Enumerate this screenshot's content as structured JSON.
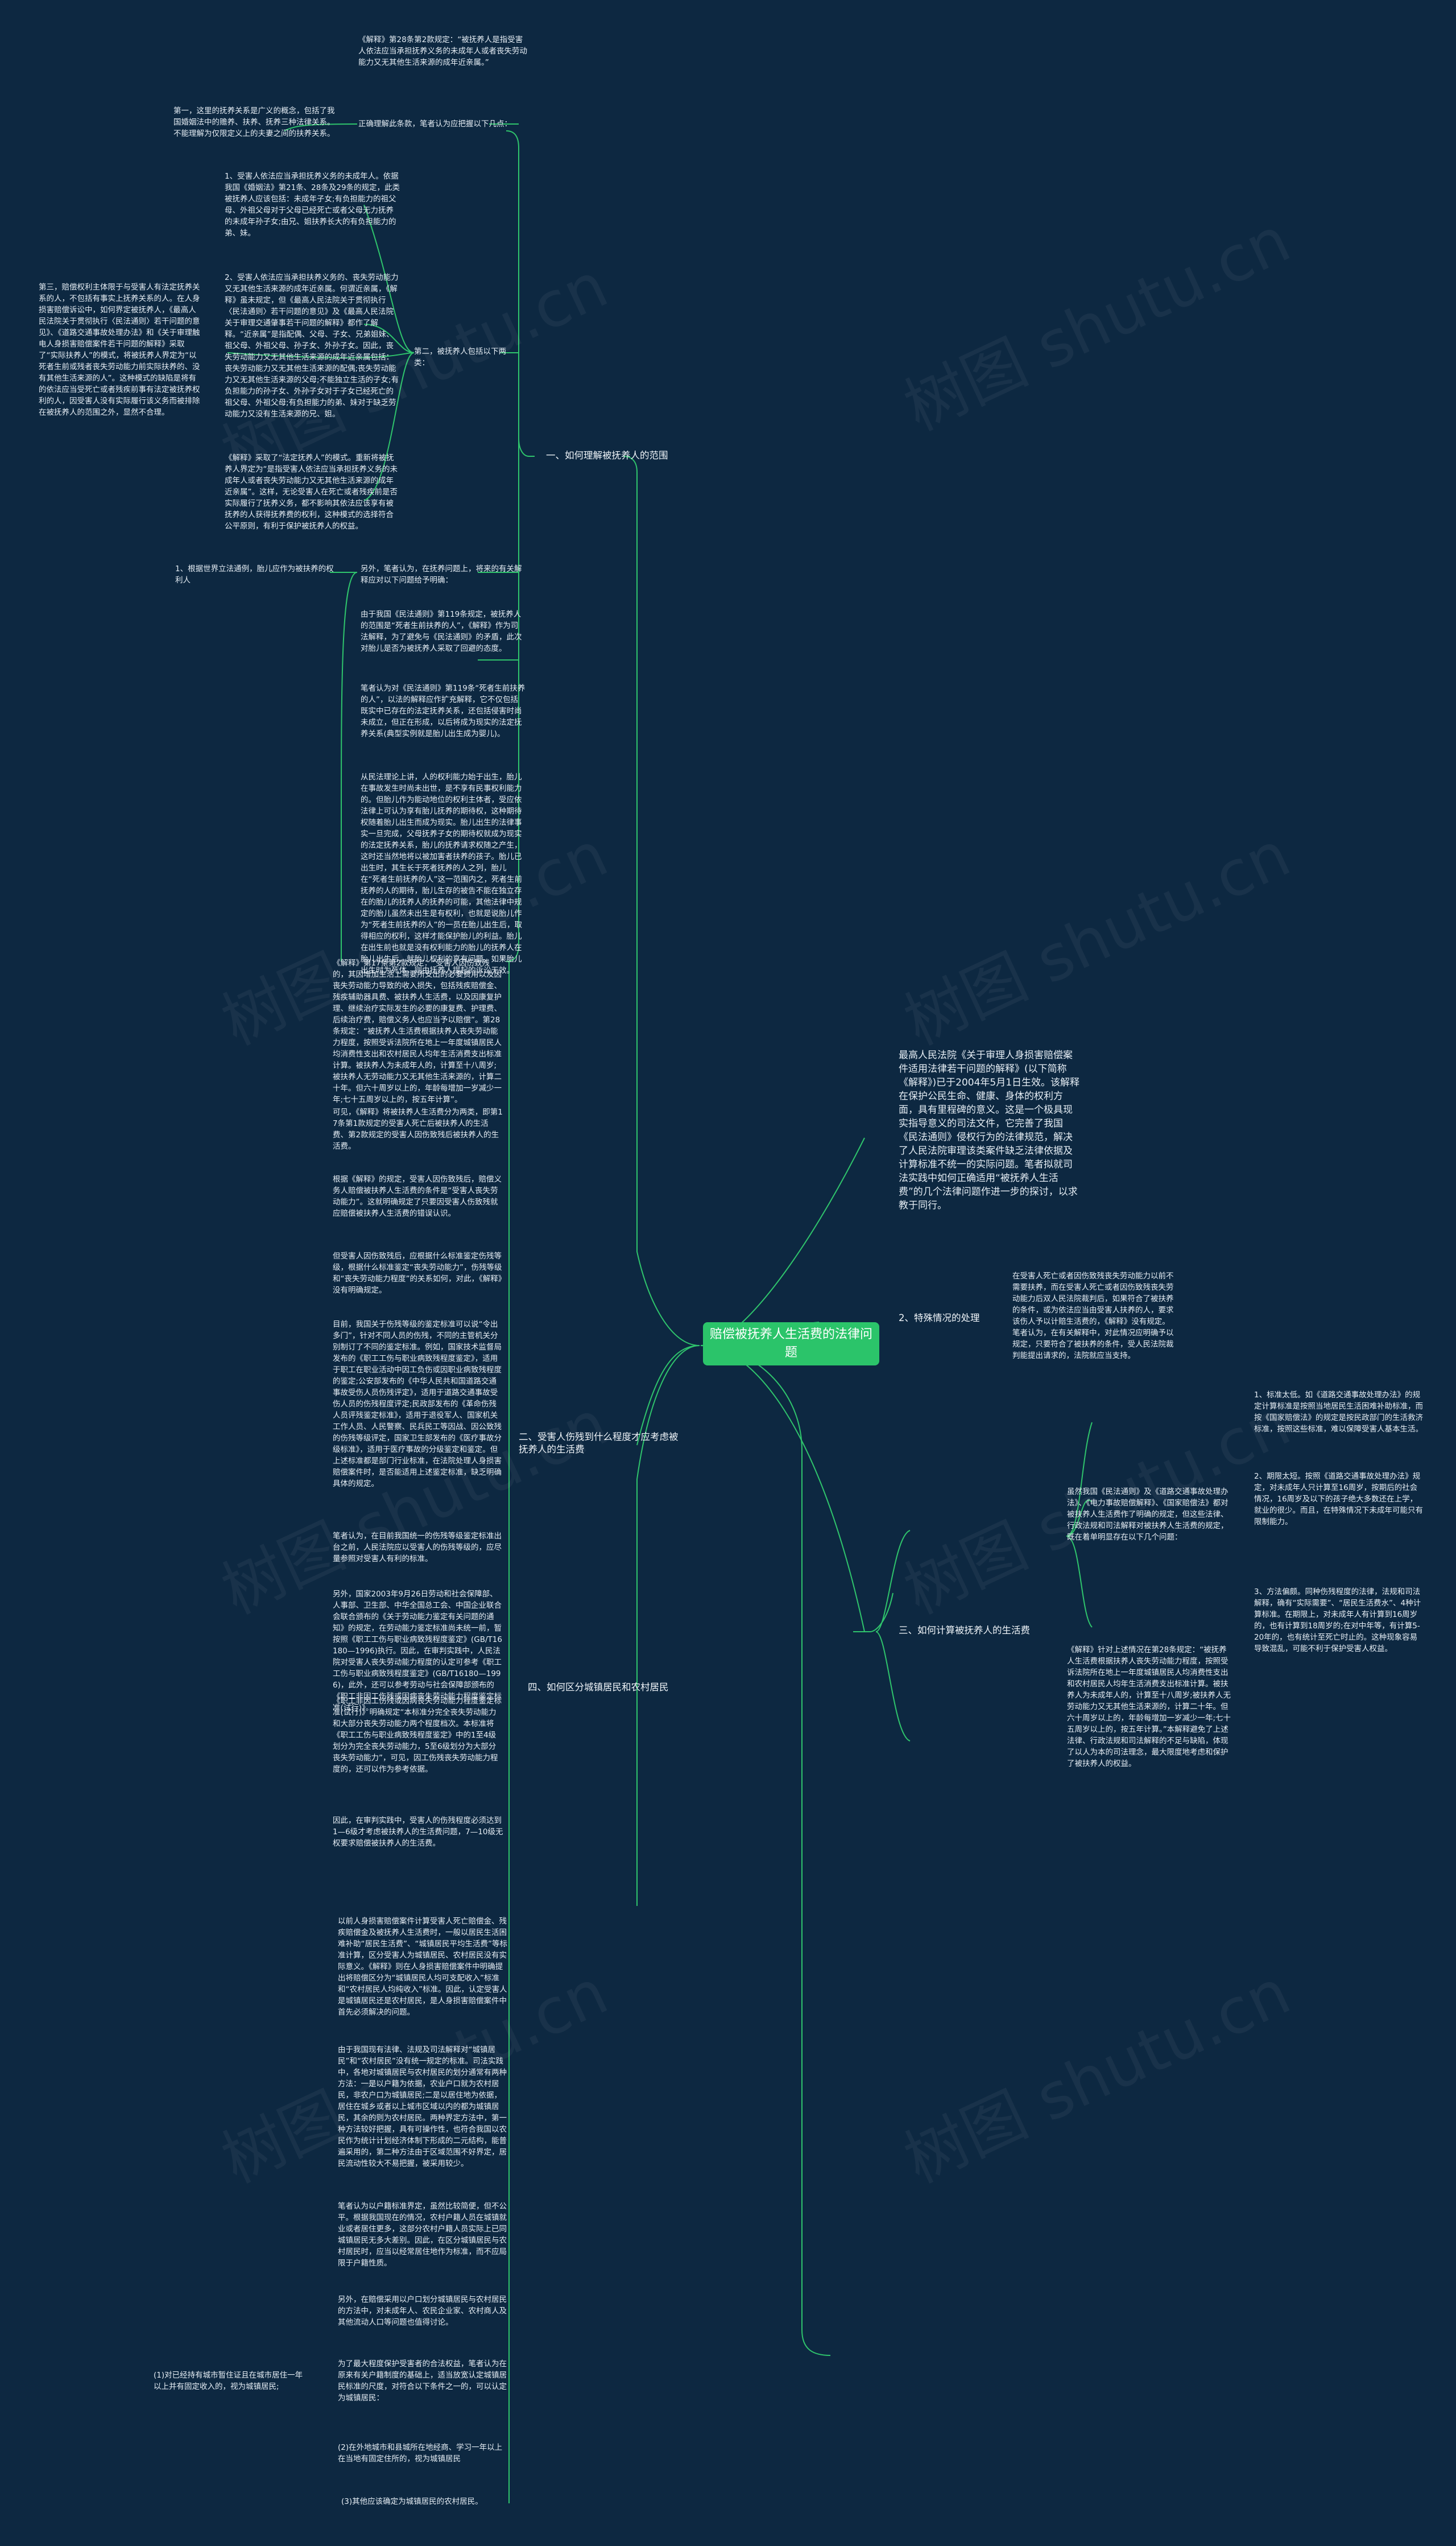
{
  "watermark": "树图 shutu.cn",
  "root": "赔偿被抚养人生活费的法律问题",
  "b1": {
    "title": "一、如何理解被抚养人的范围",
    "c1": "《解释》第28条第2款规定：“被抚养人是指受害人依法应当承担抚养义务的未成年人或者丧失劳动能力又无其他生活来源的成年近亲属。”",
    "c2": "正确理解此条款，笔者认为应把握以下几点：",
    "c2a": "第一，这里的抚养关系是广义的概念，包括了我国婚姻法中的赡养、扶养、抚养三种法律关系。不能理解为仅限定义上的夫妻之间的扶养关系。",
    "c3": "第二，被抚养人包括以下两类：",
    "c3a": "1、受害人依法应当承担抚养义务的未成年人。依据我国《婚姻法》第21条、28条及29条的规定，此类被抚养人应该包括：未成年子女;有负担能力的祖父母、外祖父母对于父母已经死亡或者父母无力抚养的未成年孙子女;由兄、姐扶养长大的有负担能力的弟、妹。",
    "c3b": "2、受害人依法应当承担扶养义务的、丧失劳动能力又无其他生活来源的成年近亲属。何谓近亲属，《解释》虽未规定，但《最高人民法院关于贯彻执行〈民法通则〉若干问题的意见》及《最高人民法院关于审理交通肇事若干问题的解释》都作了解释。“近亲属”是指配偶、父母、子女、兄弟姐妹、祖父母、外祖父母、孙子女、外孙子女。因此，丧失劳动能力又无其他生活来源的成年近亲属包括：丧失劳动能力又无其他生活来源的配偶;丧失劳动能力又无其他生活来源的父母;不能独立生活的子女;有负担能力的孙子女、外孙子女对于子女已经死亡的祖父母、外祖父母;有负担能力的弟、妹对于缺乏劳动能力又没有生活来源的兄、姐。",
    "c3c": "《解释》采取了“法定抚养人”的模式。重新将被抚养人界定为“是指受害人依法应当承担抚养义务的未成年人或者丧失劳动能力又无其他生活来源的成年近亲属”。这样，无论受害人在死亡或者残疾前是否实际履行了抚养义务，都不影响其依法应该享有被抚养的人获得抚养费的权利，这种模式的选择符合公平原则，有利于保护被抚养人的权益。",
    "c3d": "第三，赔偿权利主体限于与受害人有法定抚养关系的人，不包括有事实上抚养关系的人。在人身损害赔偿诉讼中，如何界定被抚养人，《最高人民法院关于贯彻执行〈民法通则〉若干问题的意见》、《道路交通事故处理办法》和《关于审理触电人身损害赔偿案件若干问题的解释》采取了“实际扶养人”的模式，将被抚养人界定为“以死者生前或残者丧失劳动能力前实际扶养的、没有其他生活来源的人”。这种模式的缺陷是将有的依法应当受死亡或者残疾前事有法定被抚养权利的人，因受害人没有实际履行该义务而被排除在被抚养人的范围之外，显然不合理。",
    "c4": "另外，笔者认为，在抚养问题上，将来的有关解释应对以下问题给予明确：",
    "c4a": "1、根据世界立法通例，胎儿应作为被扶养的权利人",
    "c4b": "由于我国《民法通则》第119条规定，被抚养人的范围是“死者生前扶养的人”，《解释》作为司法解释，为了避免与《民法通则》的矛盾，此次对胎儿是否为被抚养人采取了回避的态度。",
    "c4c": "笔者认为对《民法通则》第119条“死者生前扶养的人”，以法的解释应作扩充解释，它不仅包括既实中已存在的法定抚养关系，还包括侵害时尚未成立，但正在形成，以后将成为现实的法定抚养关系(典型实例就是胎儿出生成为婴儿)。",
    "c4d": "从民法理论上讲，人的权利能力始于出生，胎儿在事故发生时尚未出世，是不享有民事权利能力的。但胎儿作为能动地位的权利主体者，受应依法律上可认为享有胎儿抚养的期待权，这种期待权随着胎儿出生而成为现实。胎儿出生的法律事实一旦完成，父母抚养子女的期待权就成为现实的法定抚养关系，胎儿的抚养请求权随之产生，这时还当然地将以被加害者扶养的孩子。胎儿已出生时，其生长于死者抚养的人之列，胎儿在“死者生前抚养的人”这一范围内之，死者生前抚养的人的期待，胎儿生存的被告不能在独立存在的胎儿的抚养人的抚养的可能，其他法律中规定的胎儿虽然未出生是有权利，也就是说胎儿作为“死者生前抚养的人”的一员在胎儿出生后，取得相应的权利，这样才能保护胎儿的利益。胎儿在出生前也就是没有权利能力的胎儿的抚养人在胎儿出生后，就胎儿权利的享有问题，如果胎儿出生时为死体，则由抚养人提起的诉讼无效。"
  },
  "b2": {
    "title": "二、受害人伤残到什么程度才应考虑被抚养人的生活费",
    "c1": "《解释》第17条第2款规定：“受害人因伤致残的，其因增加生活上需要所支出的必要费用以及因丧失劳动能力导致的收入损失，包括残疾赔偿金、残疾辅助器具费、被扶养人生活费，以及因康复护理、继续治疗实际发生的必要的康复费、护理费、后续治疗费，赔偿义务人也应当予以赔偿”。第28条规定：“被抚养人生活费根据扶养人丧失劳动能力程度，按照受诉法院所在地上一年度城镇居民人均消费性支出和农村居民人均年生活消费支出标准计算。被扶养人为未成年人的，计算至十八周岁;被扶养人无劳动能力又无其他生活来源的，计算二十年。但六十周岁以上的，年龄每增加一岁减少一年;七十五周岁以上的，按五年计算”。",
    "c2": "可见，《解释》将被扶养人生活费分为两类，即第17条第1款规定的受害人死亡后被扶养人的生活费、第2款规定的受害人因伤致残后被扶养人的生活费。",
    "c3": "根据《解释》的规定，受害人因伤致残后，赔偿义务人赔偿被扶养人生活费的条件是“受害人丧失劳动能力”。这就明确规定了只要因受害人伤致残就应赔偿被扶养人生活费的错误认识。",
    "c4": "但受害人因伤致残后，应根据什么标准鉴定伤残等级，根据什么标准鉴定“丧失劳动能力”，伤残等级和“丧失劳动能力程度”的关系如何，对此，《解释》没有明确规定。",
    "c5": "目前，我国关于伤残等级的鉴定标准可以说“令出多门”，针对不同人员的伤残，不同的主管机关分别制订了不同的鉴定标准。例如，国家技术监督局发布的《职工工伤与职业病致残程度鉴定》，适用于职工在职业活动中因工负伤或因职业病致残程度的鉴定;公安部发布的《中华人民共和国道路交通事故受伤人员伤残评定》，适用于道路交通事故受伤人员的伤残程度评定;民政部发布的《革命伤残人员评残鉴定标准》，适用于退役军人、国家机关工作人员、人民警察、民兵民工等因战、因公致残的伤残等级评定，国家卫生部发布的《医疗事故分级标准》，适用于医疗事故的分级鉴定和鉴定。但上述标准都是部门行业标准，在法院处理人身损害赔偿案件时，是否能适用上述鉴定标准，缺乏明确具体的规定。",
    "c6": "笔者认为，在目前我国统一的伤残等级鉴定标准出台之前，人民法院应以受害人的伤残等级的，应尽量参照对受害人有利的标准。",
    "c7": "另外，国家2003年9月26日劳动和社会保障部、人事部、卫生部、中华全国总工会、中国企业联合会联合颁布的《关于劳动能力鉴定有关问题的通知》的规定，在劳动能力鉴定标准尚未统一前，暂按照《职工工伤与职业病致残程度鉴定》(GB/T16180—1996)执行。因此，在审判实践中，人民法院对受害人丧失劳动能力程度的认定可参考《职工工伤与职业病致残程度鉴定》(GB/T16180—1996)，此外，还可以参考劳动与社会保障部颁布的《职工非因工伤残或因病丧失劳动能力程度鉴定标准(试行)》。",
    "c8": "《职工非因工伤残或因病丧失劳动能力程度鉴定标准(试行)》明确规定“本标准分完全丧失劳动能力和大部分丧失劳动能力两个程度档次。本标准将《职工工伤与职业病致残程度鉴定》中的1至4级划分为完全丧失劳动能力，5至6级划分为大部分丧失劳动能力”，可见，因工伤残丧失劳动能力程度的，还可以作为参考依据。",
    "c9": "因此，在审判实践中，受害人的伤残程度必须达到1—6级才考虑被扶养人的生活费问题，7—10级无权要求赔偿被扶养人的生活费。"
  },
  "summary": "最高人民法院《关于审理人身损害赔偿案件适用法律若干问题的解释》(以下简称《解释》)已于2004年5月1日生效。该解释在保护公民生命、健康、身体的权利方面，具有里程碑的意义。这是一个极具现实指导意义的司法文件，它完善了我国《民法通则》侵权行为的法律规范，解决了人民法院审理该类案件缺乏法律依据及计算标准不统一的实际问题。笔者拟就司法实践中如何正确适用“被抚养人生活费”的几个法律问题作进一步的探讨，以求教于同行。",
  "b3": {
    "title": "2、特殊情况的处理",
    "c1": "在受害人死亡或者因伤致残丧失劳动能力以前不需要扶养，而在受害人死亡或者因伤致残丧失劳动能力后双人民法院裁判后，如果符合了被扶养的条件，或为依法应当由受害人扶养的人，要求该伤人予以计赔生活费的，《解释》没有规定。笔者认为，在有关解释中，对此情况应明确予以规定，只要符合了被扶养的条件，受人民法院裁判能提出请求的，法院就应当支持。"
  },
  "b4": {
    "title": "三、如何计算被抚养人的生活费",
    "c1": "虽然我国《民法通则》及《道路交通事故处理办法》、《电力事故赔偿解释》、《国家赔偿法》都对被扶养人生活费作了明确的规定，但这些法律、行政法规和司法解释对被扶养人生活费的规定，既在着单明显存在以下几个问题：",
    "c1a": "1、标准太低。如《道路交通事故处理办法》的规定计算标准是按照当地居民生活困难补助标准，而按《国家赔偿法》的规定是按民政部门的生活救济标准，按照这些标准，难以保障受害人基本生活。",
    "c1b": "2、期限太短。按照《道路交通事故处理办法》规定，对未成年人只计算至16周岁，按期后的社会情况，16周岁及以下的孩子绝大多数还在上学，就业的很少。而且，在特殊情况下未成年可能只有限制能力。",
    "c1c": "3、方法偏颇。同种伤残程度的法律，法规和司法解释，确有“实际需要”、“居民生活费水”、4种计算标准。在期限上，对未成年人有计算到16周岁的，也有计算到18周岁的;在对中年等，有计算5-20年的，也有统计至死亡时止的。这种现象容易导致混乱，可能不利于保护受害人权益。",
    "c2": "《解释》针对上述情况在第28条规定：“被抚养人生活费根据扶养人丧失劳动能力程度，按照受诉法院所在地上一年度城镇居民人均消费性支出和农村居民人均年生活消费支出标准计算。被扶养人为未成年人的，计算至十八周岁;被扶养人无劳动能力又无其他生活来源的，计算二十年。但六十周岁以上的，年龄每增加一岁减少一年;七十五周岁以上的，按五年计算。”本解释避免了上述法律、行政法规和司法解释的不足与缺陷，体现了以人为本的司法理念，最大限度地考虑和保护了被扶养人的权益。"
  },
  "b5": {
    "title": "四、如何区分城镇居民和农村居民",
    "c1": "以前人身损害赔偿案件计算受害人死亡赔偿金、残疾赔偿金及被抚养人生活费时，一般以居民生活困难补助“居民生活费”、“城镇居民平均生活费”等标准计算，区分受害人为城镇居民、农村居民没有实际意义。《解释》则在人身损害赔偿案件中明确提出将赔偿区分为“城镇居民人均可支配收入”标准和“农村居民人均纯收入”标准。因此，认定受害人是城镇居民还是农村居民，是人身损害赔偿案件中首先必须解决的问题。",
    "c2": "由于我国现有法律、法规及司法解释对“城镇居民”和“农村居民”没有统一规定的标准。司法实践中，各地对城镇居民与农村居民的划分通常有两种方法：一是以户籍为依据，农业户口就为农村居民，非农户口为城镇居民;二是以居住地为依据，居住在城乡或者以上城市区域以内的都为城镇居民，其余的则为农村居民。两种界定方法中，第一种方法较好把握，具有可操作性，也符合我国以农民作为统计计划经济体制下形成的二元结构，能普遍采用的，第二种方法由于区域范围不好界定，居民流动性较大不易把握，被采用较少。",
    "c3": "笔者认为以户籍标准界定，虽然比较简便，但不公平。根据我国现在的情况，农村户籍人员在城镇就业或者居住更多，这部分农村户籍人员实际上已同城镇居民无多大差别。因此，在区分城镇居民与农村居民时，应当以经常居住地作为标准，而不应局限于户籍性质。",
    "c4": "另外，在赔偿采用以户口划分城镇居民与农村居民的方法中，对未成年人、农民企业家、农村商人及其他流动人口等问题也值得讨论。",
    "c5": "为了最大程度保护受害者的合法权益，笔者认为在原来有关户籍制度的基础上，适当放宽认定城镇居民标准的尺度，对符合以下条件之一的，可以认定为城镇居民：",
    "c5a": "(1)对已经持有城市暂住证且在城市居住一年以上并有固定收入的，视为城镇居民;",
    "c6": "(2)在外地城市和县城所在地经商、学习一年以上在当地有固定住所的，视为城镇居民",
    "c7": "(3)其他应该确定为城镇居民的农村居民。"
  }
}
